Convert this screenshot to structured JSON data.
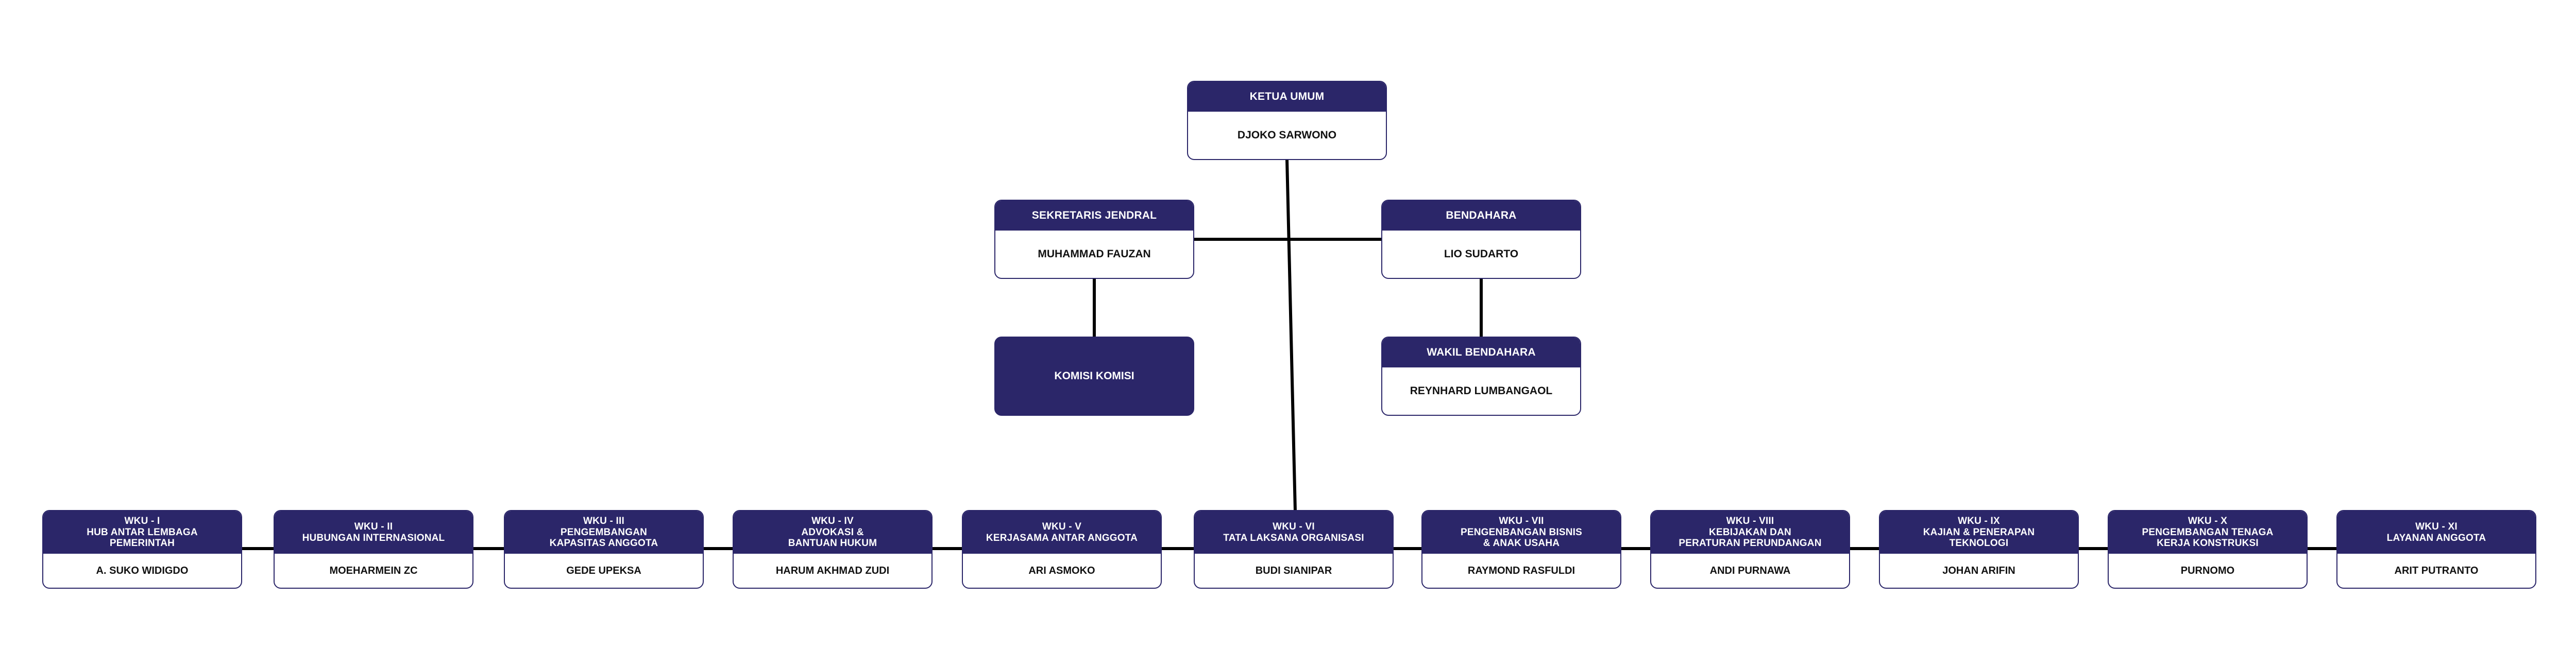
{
  "colors": {
    "primary": "#2b2669",
    "text": "#111111",
    "line": "#000000",
    "background": "#ffffff"
  },
  "ketua": {
    "title": "KETUA UMUM",
    "name": "DJOKO SARWONO"
  },
  "sekjen": {
    "title": "SEKRETARIS JENDRAL",
    "name": "MUHAMMAD FAUZAN"
  },
  "bendahara": {
    "title": "BENDAHARA",
    "name": "LIO SUDARTO"
  },
  "komisi": {
    "title": "KOMISI KOMISI"
  },
  "wakil_bendahara": {
    "title": "WAKIL BENDAHARA",
    "name": "REYNHARD LUMBANGAOL"
  },
  "wku": [
    {
      "title_lines": [
        "WKU - I",
        "HUB ANTAR LEMBAGA",
        "PEMERINTAH"
      ],
      "name": "A. SUKO WIDIGDO"
    },
    {
      "title_lines": [
        "WKU - II",
        "HUBUNGAN INTERNASIONAL"
      ],
      "name": "MOEHARMEIN ZC"
    },
    {
      "title_lines": [
        "WKU - III",
        "PENGEMBANGAN",
        "KAPASITAS ANGGOTA"
      ],
      "name": "GEDE UPEKSA"
    },
    {
      "title_lines": [
        "WKU - IV",
        "ADVOKASI &",
        "BANTUAN HUKUM"
      ],
      "name": "HARUM AKHMAD ZUDI"
    },
    {
      "title_lines": [
        "WKU - V",
        "KERJASAMA ANTAR ANGGOTA"
      ],
      "name": "ARI ASMOKO"
    },
    {
      "title_lines": [
        "WKU - VI",
        "TATA LAKSANA ORGANISASI"
      ],
      "name": "BUDI SIANIPAR"
    },
    {
      "title_lines": [
        "WKU - VII",
        "PENGENBANGAN BISNIS",
        "& ANAK USAHA"
      ],
      "name": "RAYMOND RASFULDI"
    },
    {
      "title_lines": [
        "WKU - VIII",
        "KEBIJAKAN DAN",
        "PERATURAN PERUNDANGAN"
      ],
      "name": "ANDI PURNAWA"
    },
    {
      "title_lines": [
        "WKU - IX",
        "KAJIAN & PENERAPAN",
        "TEKNOLOGI"
      ],
      "name": "JOHAN ARIFIN"
    },
    {
      "title_lines": [
        "WKU - X",
        "PENGEMBANGAN TENAGA",
        "KERJA KONSTRUKSI"
      ],
      "name": "PURNOMO"
    },
    {
      "title_lines": [
        "WKU - XI",
        "LAYANAN ANGGOTA"
      ],
      "name": "ARIT PUTRANTO"
    }
  ]
}
